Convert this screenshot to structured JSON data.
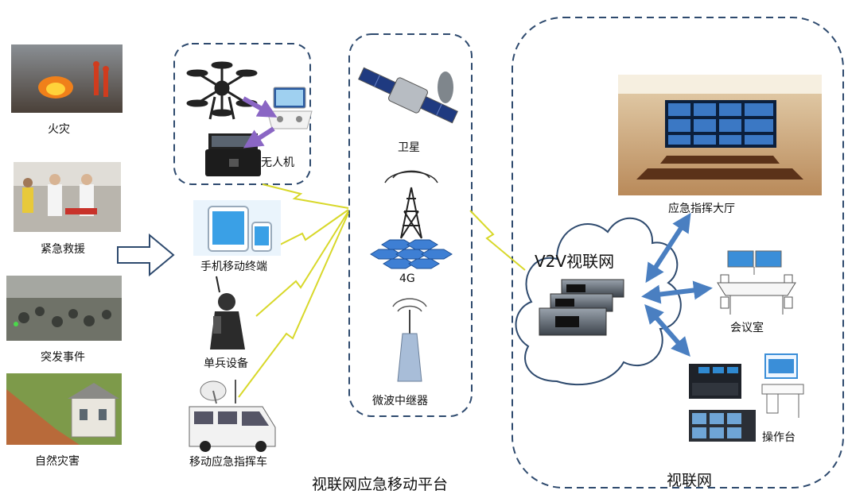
{
  "incidents": [
    {
      "label": "火灾",
      "icon": "fire-photo"
    },
    {
      "label": "紧急救援",
      "icon": "rescue-photo"
    },
    {
      "label": "突发事件",
      "icon": "emergency-event-photo"
    },
    {
      "label": "自然灾害",
      "icon": "landslide-photo"
    }
  ],
  "terminals": {
    "drone": "无人机",
    "mobile": "手机移动终端",
    "soldier": "单兵设备",
    "vehicle": "移动应急指挥车"
  },
  "relay": {
    "satellite": "卫星",
    "cellular": "4G",
    "microwave": "微波中继器"
  },
  "network": {
    "cloud_label": "V2V视联网",
    "hall": "应急指挥大厅",
    "meeting": "会议室",
    "console": "操作台"
  },
  "captions": {
    "platform": "视联网应急移动平台",
    "network": "视联网"
  },
  "colors": {
    "dashed_border": "#2e4a6e",
    "arrow_blue": "#4a7fc1",
    "lightning_yellow": "#f2f23c",
    "drone_arrow_purple": "#8a66c4"
  }
}
